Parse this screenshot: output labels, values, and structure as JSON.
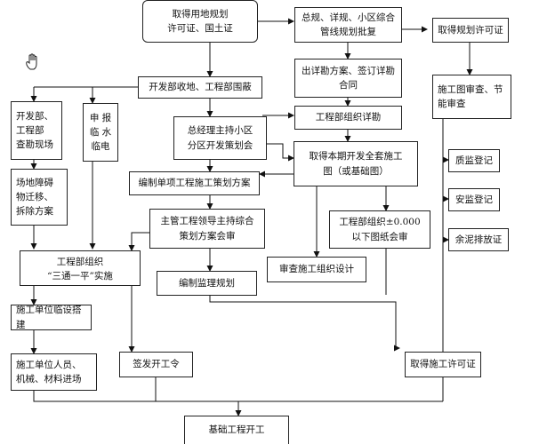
{
  "diagram": {
    "nodes": {
      "n_land_permit": "取得用地规划\n许可证、国土证",
      "n_master_plan": "总规、详规、小区综合\n管线规划批复",
      "n_plan_permit": "取得规划许可证",
      "n_survey": "出详勘方案、签订详勘\n合同",
      "n_drawing_review": "施工图审查、节\n能审查",
      "n_dev_dept": "开发部收地、工程部围蔽",
      "n_site_survey": "开发部、\n工程部\n查勘现场",
      "n_temp_power": "申 报\n临 水\n临电",
      "n_gm_plan": "总经理主持小区\n分区开发策划会",
      "n_eng_detail": "工程部组织详勘",
      "n_get_drawings": "取得本期开发全套施工\n图（或基础图）",
      "n_quality_reg": "质监登记",
      "n_obstacle": "场地障碍\n物迁移、\n拆除方案",
      "n_single_plan": "编制单项工程施工策划方案",
      "n_safety_reg": "安监登记",
      "n_lead_review": "主管工程领导主持综合\n策划方案会审",
      "n_drawing_meeting": "工程部组织±0.000\n以下图纸会审",
      "n_cement_fee": "余泥排放证",
      "n_three_one": "工程部组织\n“三通一平”实施",
      "n_review_design": "审查施工组织设计",
      "n_supervision": "编制监理规划",
      "n_temp_build": "施工单位临设搭建",
      "n_staff": "施工单位人员、\n机械、材料进场",
      "n_start_order": "签发开工令",
      "n_const_permit": "取得施工许可证",
      "n_foundation": "基础工程开工"
    }
  }
}
